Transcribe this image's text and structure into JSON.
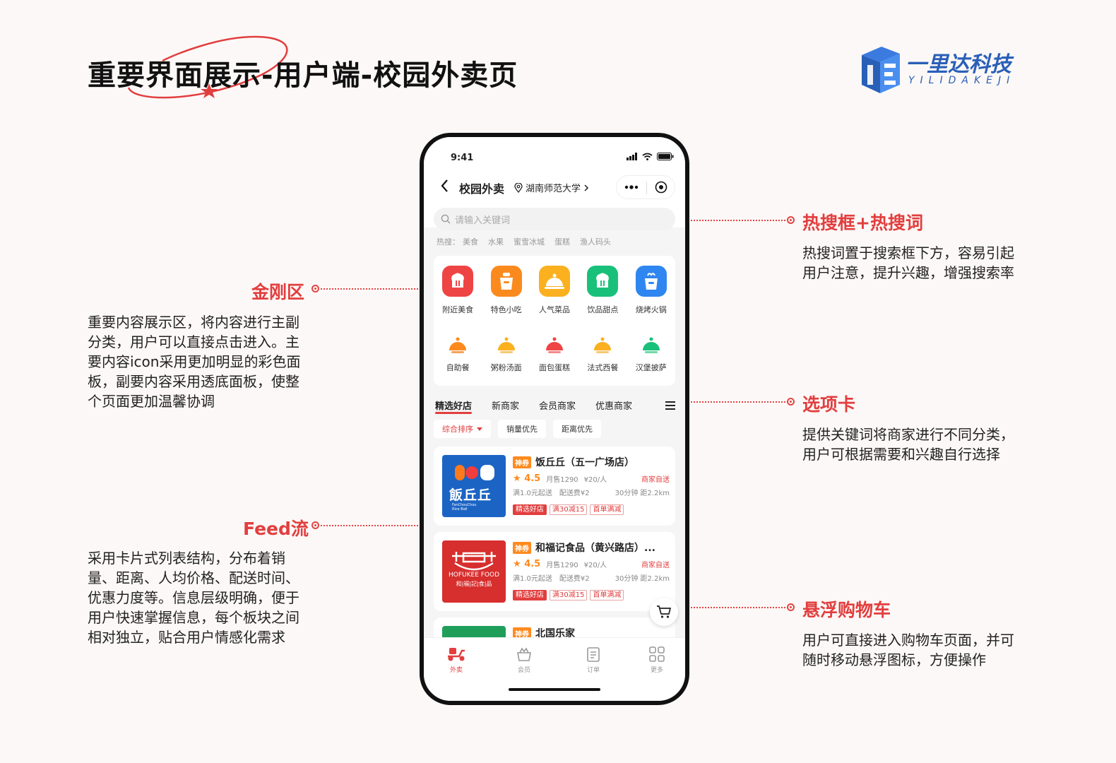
{
  "header": {
    "title": "重要界面展示-用户端-校园外卖页",
    "logo_name": "一里达科技",
    "logo_sub": "YILIDAKEJI"
  },
  "annotations": {
    "hotsearch": {
      "heading": "热搜框+热搜词",
      "text": "热搜词置于搜索框下方，容易引起用户注意，提升兴趣，增强搜索率"
    },
    "kingkong": {
      "heading": "金刚区",
      "text": "重要内容展示区，将内容进行主副分类，用户可以直接点击进入。主要内容icon采用更加明显的彩色面板，副要内容采用透底面板，使整个页面更加温馨协调"
    },
    "tabs": {
      "heading": "选项卡",
      "text": "提供关键词将商家进行不同分类，用户可根据需要和兴趣自行选择"
    },
    "feed": {
      "heading": "Feed流",
      "text": "采用卡片式列表结构，分布着销量、距离、人均价格、配送时间、优惠力度等。信息层级明确，便于用户快速掌握信息，每个板块之间相对独立，贴合用户情感化需求"
    },
    "cart": {
      "heading": "悬浮购物车",
      "text": "用户可直接进入购物车页面，并可随时移动悬浮图标，方便操作"
    }
  },
  "phone": {
    "status_time": "9:41",
    "nav": {
      "title": "校园外卖",
      "location": "湖南师范大学"
    },
    "search": {
      "placeholder": "请输入关键词"
    },
    "hot": {
      "label": "热搜：",
      "words": [
        "美食",
        "水果",
        "蜜雪冰城",
        "蛋糕",
        "渔人码头"
      ]
    },
    "kingkong_main": [
      {
        "label": "附近美食",
        "color": "#ef4444"
      },
      {
        "label": "特色小吃",
        "color": "#fb8a1e"
      },
      {
        "label": "人气菜品",
        "color": "#fbb01f"
      },
      {
        "label": "饮品甜点",
        "color": "#19c07a"
      },
      {
        "label": "烧烤火锅",
        "color": "#2f86f0"
      }
    ],
    "kingkong_sub": [
      {
        "label": "自助餐",
        "color": "#fb8a1e"
      },
      {
        "label": "粥粉汤面",
        "color": "#fbb01f"
      },
      {
        "label": "面包蛋糕",
        "color": "#ef4444"
      },
      {
        "label": "法式西餐",
        "color": "#fbb01f"
      },
      {
        "label": "汉堡披萨",
        "color": "#19c07a"
      }
    ],
    "tabs": [
      "精选好店",
      "新商家",
      "会员商家",
      "优惠商家"
    ],
    "filters": [
      "综合排序",
      "销量优先",
      "距离优先"
    ],
    "shops": [
      {
        "coupon": "神券",
        "name": "饭丘丘（五一广场店）",
        "rating": "4.5",
        "sales": "月售1290",
        "price": "¥20/人",
        "delivery_by": "商家自送",
        "min_order": "满1.0元起送",
        "fee": "配送费¥2",
        "distance": "30分钟 距2.2km",
        "tags": [
          "精选好店",
          "满30减15",
          "首单满减"
        ],
        "brand": "飯丘丘",
        "brand_sub": "FanChouChou Rice Ball"
      },
      {
        "coupon": "神券",
        "name": "和福记食品（黄兴路店）...",
        "rating": "4.5",
        "sales": "月售1290",
        "price": "¥20/人",
        "delivery_by": "商家自送",
        "min_order": "满1.0元起送",
        "fee": "配送费¥2",
        "distance": "30分钟 距2.2km",
        "tags": [
          "精选好店",
          "满30减15",
          "首单满减"
        ],
        "brand": "HOFUKEE FOOD",
        "brand_sub": "和|福|記|食|品"
      },
      {
        "coupon": "神券",
        "name": "北国乐家"
      }
    ],
    "tabbar": [
      "外卖",
      "会员",
      "订单",
      "更多"
    ]
  }
}
